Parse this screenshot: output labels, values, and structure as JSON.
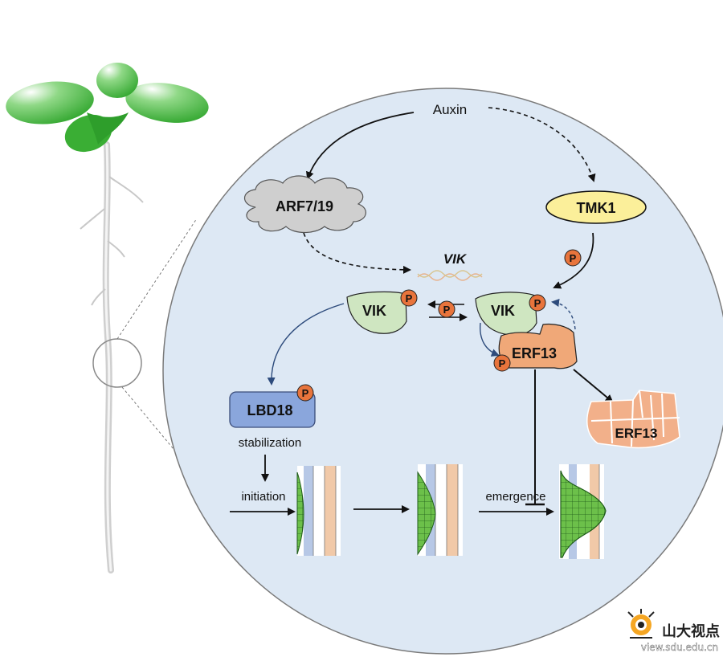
{
  "labels": {
    "auxin": "Auxin",
    "arf": "ARF7/19",
    "tmk1": "TMK1",
    "vik_gene": "VIK",
    "vik_left": "VIK",
    "vik_right": "VIK",
    "erf13": "ERF13",
    "erf13_degraded": "ERF13",
    "lbd18": "LBD18",
    "stabilization": "stabilization",
    "initiation": "initiation",
    "emergence": "emergence",
    "phospho": "P"
  },
  "watermark": {
    "name": "山大视点",
    "url": "view.sdu.edu.cn"
  },
  "colors": {
    "circle_fill": "#dde8f4",
    "circle_stroke": "#7a7a7a",
    "leaf_green": "#43b53a",
    "vik_fill": "#cfe6c1",
    "erf13_fill": "#f0a878",
    "tmk1_fill": "#fbef9a",
    "lbd18_fill": "#8aa6dc",
    "arf_fill": "#cfcfcf",
    "phospho_fill": "#e8743c",
    "tissue_green": "#6cc04a",
    "tissue_blue": "#b7c8e6",
    "tissue_peach": "#f1c9a8"
  }
}
